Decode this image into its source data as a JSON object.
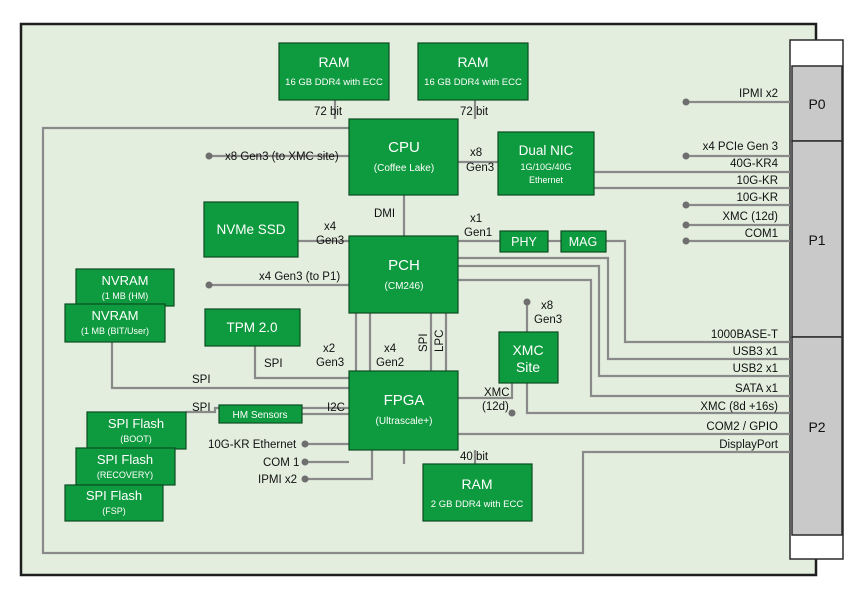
{
  "ram1": {
    "title": "RAM",
    "sub": "16 GB DDR4 with ECC"
  },
  "ram2": {
    "title": "RAM",
    "sub": "16 GB DDR4 with ECC"
  },
  "ram3": {
    "title": "RAM",
    "sub": "2 GB DDR4 with ECC"
  },
  "cpu": {
    "title": "CPU",
    "sub": "(Coffee Lake)"
  },
  "nic": {
    "title": "Dual NIC",
    "sub1": "1G/10G/40G",
    "sub2": "Ethernet"
  },
  "nvme": {
    "title": "NVMe SSD"
  },
  "pch": {
    "title": "PCH",
    "sub": "(CM246)"
  },
  "phy": {
    "title": "PHY"
  },
  "mag": {
    "title": "MAG"
  },
  "nvram1": {
    "title": "NVRAM",
    "sub": "(1 MB (HM)"
  },
  "nvram2": {
    "title": "NVRAM",
    "sub": "(1 MB (BIT/User)"
  },
  "tpm": {
    "title": "TPM 2.0"
  },
  "xmc_site": {
    "line1": "XMC",
    "line2": "Site"
  },
  "fpga": {
    "title": "FPGA",
    "sub": "(Ultrascale+)"
  },
  "hm": {
    "title": "HM Sensors"
  },
  "spi_boot": {
    "title": "SPI Flash",
    "sub": "(BOOT)"
  },
  "spi_rec": {
    "title": "SPI Flash",
    "sub": "(RECOVERY)"
  },
  "spi_fsp": {
    "title": "SPI Flash",
    "sub": "(FSP)"
  },
  "labels": {
    "bit72a": "72 bit",
    "bit72b": "72 bit",
    "bit40": "40 bit",
    "x8g3_xmc": "x8 Gen3 (to XMC site)",
    "x4g3_p1": "x4 Gen3 (to P1)",
    "x8": "x8",
    "gen3_nic": "Gen3",
    "dmi": "DMI",
    "x4": "x4",
    "gen3_nvme": "Gen3",
    "x1": "x1",
    "gen1": "Gen1",
    "x8_xmc": "x8",
    "gen3_xmc": "Gen3",
    "x2": "x2",
    "gen3_fpga": "Gen3",
    "x4_fpga": "x4",
    "gen2_fpga": "Gen2",
    "spi_v": "SPI",
    "lpc_v": "LPC",
    "spi_tpm": "SPI",
    "spi_nv": "SPI",
    "spi_fl": "SPI",
    "i2c": "I2C",
    "xmc12": "XMC",
    "d12": "(12d)",
    "eth10g": "10G-KR Ethernet",
    "com1_left": "COM 1",
    "ipmi_left": "IPMI x2"
  },
  "right_labels": {
    "ipmi": "IPMI x2",
    "pcie": "x4 PCIe Gen 3",
    "kr4": "40G-KR4",
    "kr_a": "10G-KR",
    "kr_b": "10G-KR",
    "xmc12": "XMC (12d)",
    "com1": "COM1",
    "base_t": "1000BASE-T",
    "usb3": "USB3 x1",
    "usb2": "USB2 x1",
    "sata": "SATA x1",
    "xmc8": "XMC (8d +16s)",
    "com2": "COM2 / GPIO",
    "dp": "DisplayPort"
  },
  "connectors": {
    "p0": "P0",
    "p1": "P1",
    "p2": "P2"
  },
  "colors": {
    "board": "#e3eedf",
    "block": "#0e9a3e",
    "wire": "#8a8a8a",
    "connector": "#c9c9c9"
  }
}
